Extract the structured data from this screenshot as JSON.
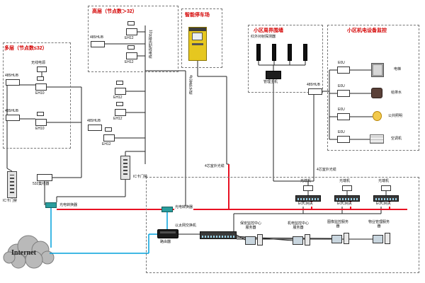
{
  "diagram": {
    "titles": {
      "multi_story": "多层（节点数≤32）",
      "high_rise": "高层（节点数＞32）",
      "parking": "智能停车场",
      "perimeter": "小区周界围墙",
      "mep": "小区机电设备监控"
    },
    "devices": {
      "hub485": "485HUB",
      "eh10": "EH10",
      "eh12": "EH12",
      "psu": "无线电源",
      "ic_door": "IC卡门禁",
      "hub532": "532集线器",
      "media_converter": "光电转换器",
      "router": "路由器",
      "eth_switch": "以太网交换机",
      "internet": "Internet",
      "ir_detector": "红外对射探测器",
      "mgmt_host": "管理主机",
      "eou": "E0U",
      "elevator": "电梯",
      "water": "给排水",
      "lighting": "公共照明",
      "air_conditioner": "空调机",
      "optical_terminal": "光端机",
      "eoc_gateway": "EOC网关",
      "server_security": "保安监控中心服务器",
      "server_mep": "机电监控中心服务器",
      "server_image": "图像监控服务器",
      "server_property": "物业管理服务器"
    },
    "cables": {
      "fiber4": "4芯室外光缆",
      "pair10": "10对楼内配线电缆"
    },
    "colors": {
      "title_red": "#d40000",
      "coax_red": "#e81123",
      "network_blue": "#00a0dc",
      "wire_black": "#222222"
    }
  }
}
